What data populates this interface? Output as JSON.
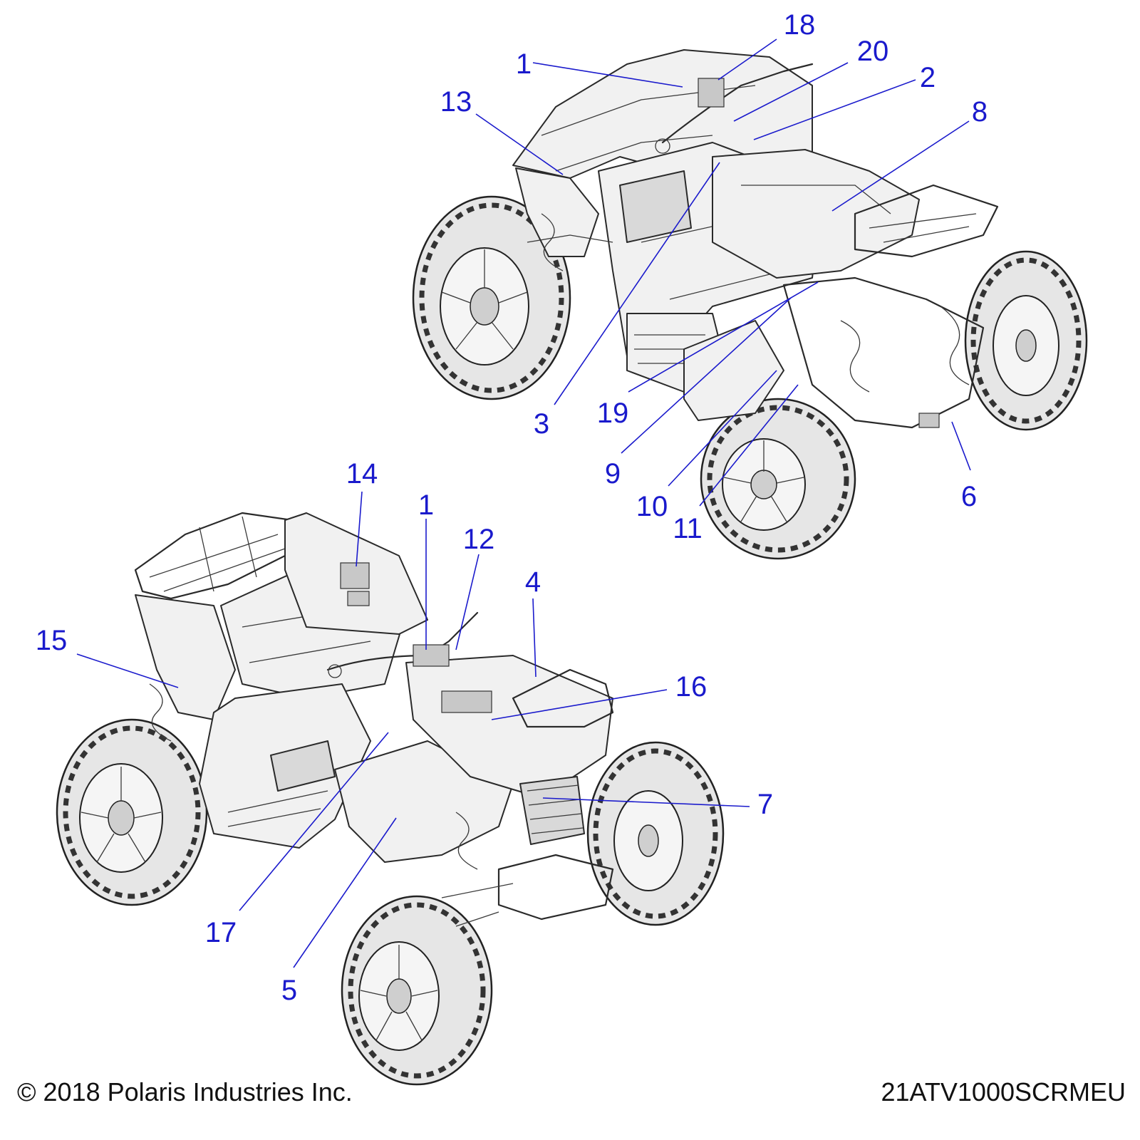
{
  "callouts": {
    "c1_top": "1",
    "c18": "18",
    "c20": "20",
    "c2": "2",
    "c13": "13",
    "c8": "8",
    "c3": "3",
    "c19": "19",
    "c9": "9",
    "c10": "10",
    "c11": "11",
    "c6": "6",
    "c14": "14",
    "c1_bottom": "1",
    "c12": "12",
    "c4": "4",
    "c15": "15",
    "c16": "16",
    "c7": "7",
    "c17": "17",
    "c5": "5"
  },
  "footer": {
    "copyright": "© 2018 Polaris Industries Inc.",
    "drawing_id": "21ATV1000SCRMEU"
  },
  "colors": {
    "callout": "#1a1acc",
    "line_art": "#2a2a2a"
  }
}
